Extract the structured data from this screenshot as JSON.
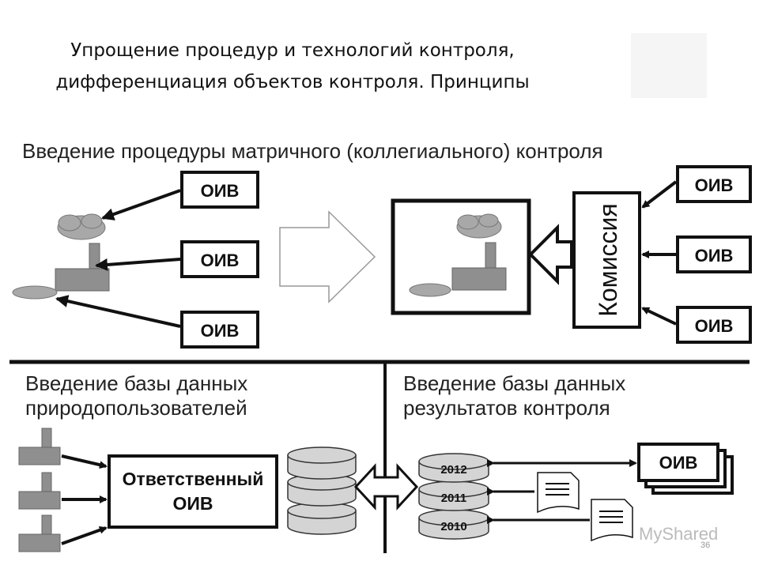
{
  "slide": {
    "title": "Упрощение процедур и технологий контроля, дифференциация объектов контроля. Принципы",
    "page_number": "36"
  },
  "matrix_section": {
    "heading": "Введение процедуры матричного (коллегиального) контроля",
    "left_boxes": [
      "ОИВ",
      "ОИВ",
      "ОИВ"
    ],
    "commission_label": "Комиссия",
    "right_boxes": [
      "ОИВ",
      "ОИВ",
      "ОИВ"
    ]
  },
  "users_db_section": {
    "heading_line1": "Введение базы данных",
    "heading_line2": "природопользователей",
    "responsible_line1": "Ответственный",
    "responsible_line2": "ОИВ"
  },
  "results_db_section": {
    "heading_line1": "Введение базы данных",
    "heading_line2": "результатов контроля",
    "years": [
      "2012",
      "2011",
      "2010"
    ],
    "stack_label": "ОИВ"
  },
  "watermark": {
    "text": "MyShared"
  },
  "colors": {
    "factory_fill": "#8f8f8f",
    "cloud_fill": "#a8a8a8",
    "db_fill": "#d4d4d4",
    "line": "#111111"
  },
  "icons": [
    "factory-icon",
    "smoke-cloud-icon",
    "database-icon",
    "document-icon",
    "big-arrow-icon"
  ]
}
